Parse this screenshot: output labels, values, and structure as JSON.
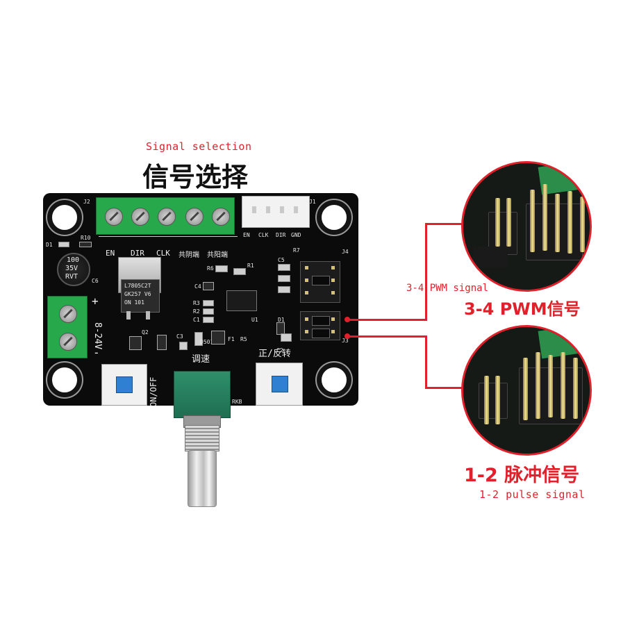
{
  "headings": {
    "signal_selection_en": "Signal selection",
    "signal_selection_cn": "信号选择",
    "pwm_en": "3-4 PWM signal",
    "pwm_cn": "3-4 PWM信号",
    "pulse_cn": "1-2 脉冲信号",
    "pulse_en": "1-2 pulse signal"
  },
  "board": {
    "terminal_labels": [
      "EN",
      "DIR",
      "CLK",
      "共阴端",
      "共阳端"
    ],
    "connector_labels": [
      "EN",
      "CLK",
      "DIR",
      "GND"
    ],
    "j2": "J2",
    "j1": "J1",
    "cap_text": [
      "100",
      "35V",
      "RVT"
    ],
    "regulator_text": [
      "L7805C2T",
      "GK257 V6",
      "ON 101"
    ],
    "power_label": "8-24V",
    "power_plus": "+",
    "power_minus": "-",
    "speed_label": "调速",
    "direction_label": "正/反转",
    "onoff_label": "ON/OFF",
    "pot_label": "RKB",
    "refs": [
      "D1",
      "R10",
      "C6",
      "R6",
      "R1",
      "R7",
      "C5",
      "C4",
      "R3",
      "R2",
      "C1",
      "U1",
      "Q2",
      "C3",
      "D501",
      "F1",
      "R5",
      "D1",
      "C2",
      "J4",
      "J3"
    ]
  },
  "colors": {
    "accent_red": "#e0212b",
    "pcb": "#0b0b0b",
    "terminal_green": "#27a84a",
    "button_blue": "#2f7fd2"
  }
}
